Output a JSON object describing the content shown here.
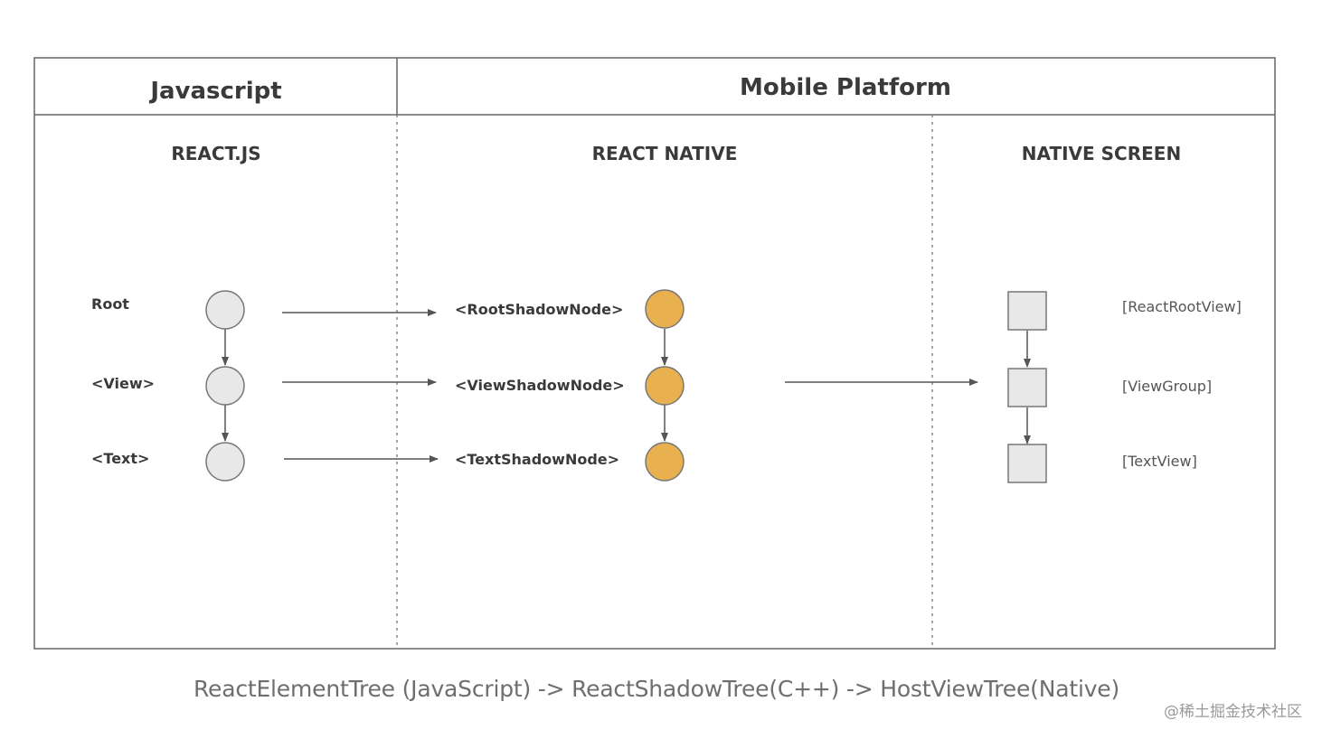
{
  "header": {
    "left_title": "Javascript",
    "right_title": "Mobile Platform"
  },
  "columns": {
    "react_js": "REACT.JS",
    "react_native": "REACT NATIVE",
    "native_screen": "NATIVE SCREEN"
  },
  "react_js_nodes": [
    "Root",
    "<View>",
    "<Text>"
  ],
  "shadow_nodes": [
    "<RootShadowNode>",
    "<ViewShadowNode>",
    "<TextShadowNode>"
  ],
  "native_views": [
    "[ReactRootView]",
    "[ViewGroup]",
    "[TextView]"
  ],
  "caption": "ReactElementTree (JavaScript) -> ReactShadowTree(C++) -> HostViewTree(Native)",
  "watermark": "@稀土掘金技术社区",
  "colors": {
    "border": "#666666",
    "element_node_fill": "#e8e8e8",
    "shadow_node_fill": "#e8b04e",
    "view_box_fill": "#e8e8e8",
    "arrow": "#555555",
    "caption_text": "#6e6e6e"
  }
}
